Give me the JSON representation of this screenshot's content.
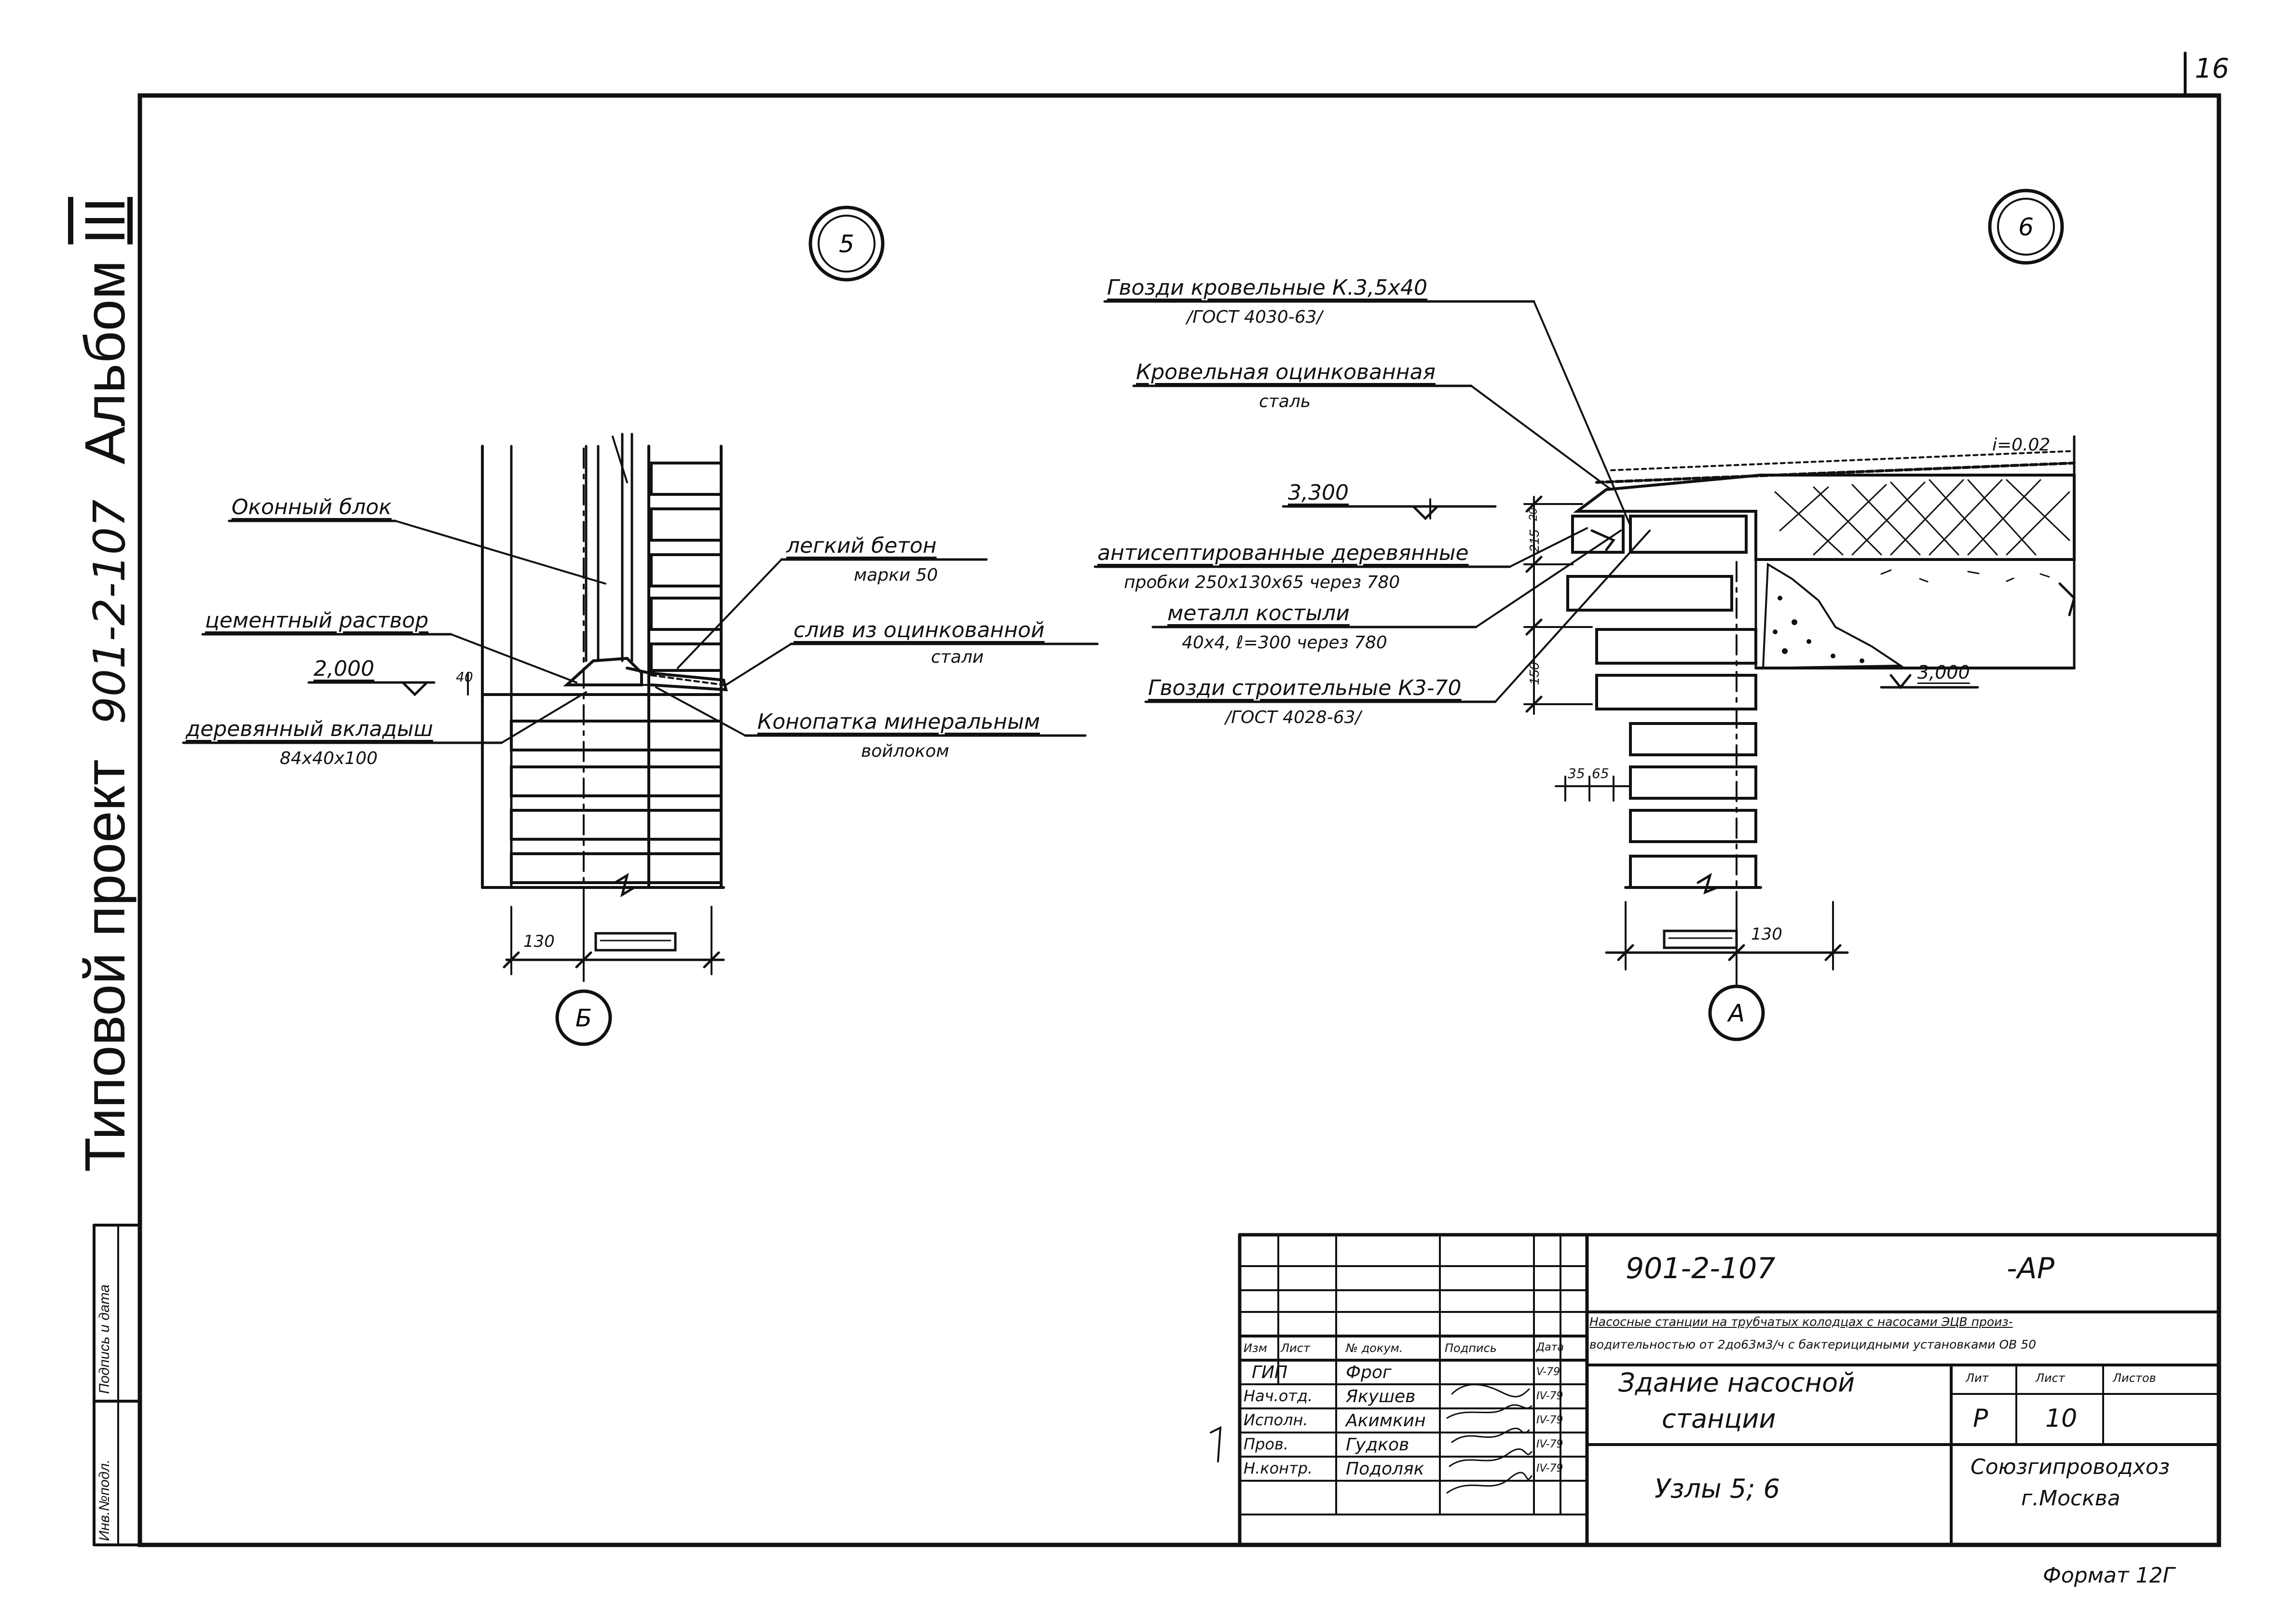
{
  "sheet_number": "16",
  "format_note": "Формат 12Г",
  "side": {
    "title_prefix": "Типовой проект",
    "project_no": "901-2-107",
    "album": "Альбом",
    "album_no": "III",
    "stamp_1": "Инв.№подл.",
    "stamp_2": "Подпись и дата"
  },
  "node5": {
    "marker": "5",
    "axis": "Б",
    "callouts": {
      "window_block": "Оконный блок",
      "cement_mortar": "цементный раствор",
      "level": "2,000",
      "wood_insert": "деревянный вкладыш",
      "wood_insert_size": "84х40х100",
      "light_concrete": "легкий бетон",
      "light_concrete_grade": "марки 50",
      "drip": "слив из оцинкованной",
      "drip_2": "стали",
      "caulk": "Конопатка минеральным",
      "caulk_2": "войлоком"
    },
    "dims": {
      "width": "130",
      "small": "40"
    }
  },
  "node6": {
    "marker": "6",
    "axis": "А",
    "callouts": {
      "roof_nails": "Гвозди кровельные  К.3,5х40",
      "roof_nails_gost": "/ГОСТ 4030-63/",
      "roof_steel": "Кровельная оцинкованная",
      "roof_steel_2": "сталь",
      "level_top": "3,300",
      "antiseptic": "антисептированные деревянные",
      "plugs": "пробки 250х130х65 через 780",
      "metal": "металл    костыли",
      "metal_size": "40х4, ℓ=300 через 780",
      "build_nails": "Гвозди строительные  К3-70",
      "build_nails_gost": "/ГОСТ 4028-63/",
      "slope": "i=0.02",
      "level_bottom": "3,000"
    },
    "dims": {
      "d215": "215",
      "d150": "150",
      "d35": "35",
      "d65": "65",
      "d130": "130",
      "d20": "20"
    }
  },
  "titleblock": {
    "code": "901-2-107",
    "suffix": "-АР",
    "description_1": "Насосные станции на трубчатых колодцах с насосами ЭЦВ произ-",
    "description_2": "водительностью от 2до63м3/ч с бактерицидными установками ОВ 50",
    "building_1": "Здание насосной",
    "building_2": "станции",
    "drawing": "Узлы 5; 6",
    "stage_hdr": "Лит",
    "sheet_hdr": "Лист",
    "sheets_hdr": "Листов",
    "stage": "Р",
    "sheet": "10",
    "org_1": "Союзгипроводхоз",
    "org_2": "г.Москва",
    "col_headers": [
      "Изм",
      "Лист",
      "№ докум.",
      "Подпись",
      "Дата"
    ],
    "rows": [
      {
        "role": "ГИП",
        "name": "Фрог",
        "date": "V-79"
      },
      {
        "role": "Нач.отд.",
        "name": "Якушев",
        "date": "IV-79"
      },
      {
        "role": "Исполн.",
        "name": "Акимкин",
        "date": "IV-79"
      },
      {
        "role": "Пров.",
        "name": "Гудков",
        "date": "IV-79"
      },
      {
        "role": "Н.контр.",
        "name": "Подоляк",
        "date": "IV-79"
      }
    ]
  }
}
